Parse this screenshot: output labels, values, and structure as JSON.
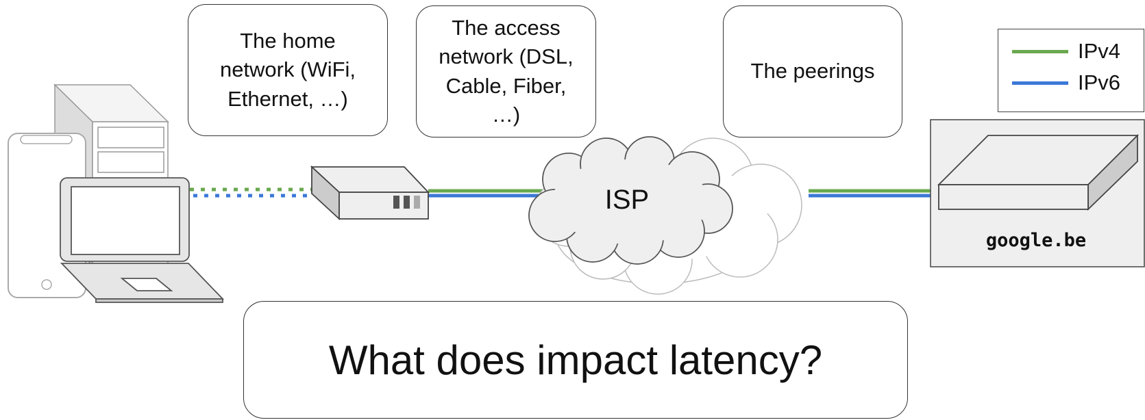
{
  "callouts": {
    "home_network": "The home network (WiFi, Ethernet, …)",
    "access_network": "The access network (DSL, Cable, Fiber, …)",
    "peerings": "The peerings"
  },
  "cloud_label": "ISP",
  "server_label": "google.be",
  "legend": {
    "items": [
      {
        "label": "IPv4",
        "color": "#6aa84f"
      },
      {
        "label": "IPv6",
        "color": "#3c78d8"
      }
    ]
  },
  "question": "What does impact latency?",
  "colors": {
    "ipv4": "#6aa84f",
    "ipv6": "#3c78d8",
    "device_fill": "#efefef",
    "device_stroke": "#555555",
    "cloud_fill": "#efefef"
  },
  "icons": [
    "server-tower-icon",
    "smartphone-icon",
    "laptop-icon",
    "modem-router-icon",
    "isp-cloud-icon",
    "peering-cloud-icon",
    "remote-server-icon"
  ]
}
